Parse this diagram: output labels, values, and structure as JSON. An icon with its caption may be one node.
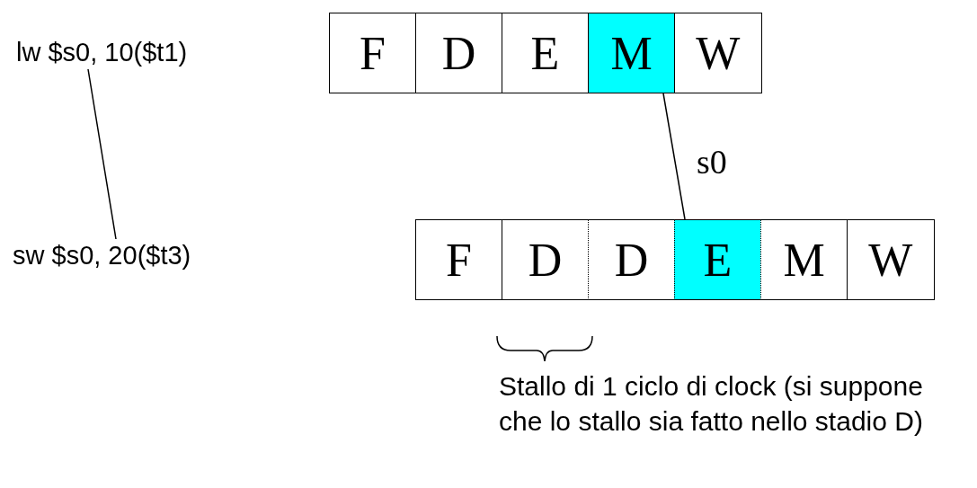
{
  "diagram": {
    "nodes": [
      {
        "text": [
          "lw $s0, 10($t1)"
        ]
      },
      {
        "text": [
          "sw $s0, 20($t3)"
        ]
      },
      {
        "text": [
          "F"
        ]
      },
      {
        "text": [
          "D"
        ]
      },
      {
        "text": [
          "E"
        ]
      },
      {
        "text": [
          "M"
        ]
      },
      {
        "text": [
          "W"
        ]
      },
      {
        "text": [
          "F"
        ]
      },
      {
        "text": [
          "D"
        ]
      },
      {
        "text": [
          "D"
        ]
      },
      {
        "text": [
          "E"
        ]
      },
      {
        "text": [
          "M"
        ]
      },
      {
        "text": [
          "W"
        ]
      }
    ],
    "edges": [
      {
        "from": 0,
        "to": 1,
        "arrow": "none"
      },
      {
        "from": 5,
        "to": 10,
        "arrow": "none",
        "label": "s0"
      }
    ],
    "labels": [
      "Stallo di 1 ciclo di clock (si suppone che lo stallo sia fatto nello stadio D)"
    ]
  }
}
